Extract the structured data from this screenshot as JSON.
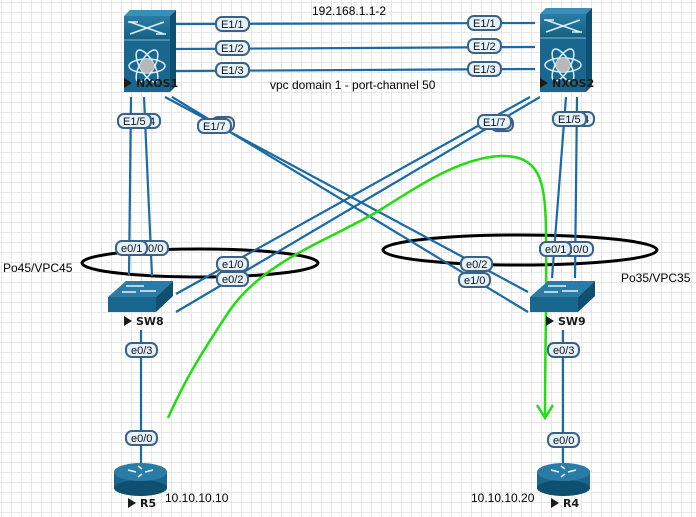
{
  "colors": {
    "link": "#1a6aa6",
    "device": "#19678f",
    "device_dark": "#0f4f70",
    "path": "#22dd11",
    "port_border": "#3b6286",
    "port_fill": "#e6f2fb"
  },
  "annotations": {
    "peer_link_ip": "192.168.1.1-2",
    "vpc_domain": "vpc domain 1 - port-channel 50",
    "po_left": "Po45/VPC45",
    "po_right": "Po35/VPC35",
    "r5_ip": "10.10.10.10",
    "r4_ip": "10.10.10.20"
  },
  "devices": {
    "nxos1": {
      "name": "NXOS1",
      "type": "nexus-switch"
    },
    "nxos2": {
      "name": "NXOS2",
      "type": "nexus-switch"
    },
    "sw8": {
      "name": "SW8",
      "type": "l2-switch"
    },
    "sw9": {
      "name": "SW9",
      "type": "l2-switch"
    },
    "r5": {
      "name": "R5",
      "type": "router"
    },
    "r4": {
      "name": "R4",
      "type": "router"
    }
  },
  "ports": {
    "nxos1_e11": "E1/1",
    "nxos1_e12": "E1/2",
    "nxos1_e13": "E1/3",
    "nxos2_e11": "E1/1",
    "nxos2_e12": "E1/2",
    "nxos2_e13": "E1/3",
    "nxos1_e15": "E1/5",
    "nxos1_e14": "/4",
    "nxos1_e17": "E1/7",
    "nxos1_e16": "6",
    "nxos2_e17": "E1/7",
    "nxos2_e16": "6",
    "nxos2_e15": "E1/5",
    "nxos2_e14": "/4",
    "sw8_e01": "e0/1",
    "sw8_e00": ":0/0",
    "sw8_e10": "e1/0",
    "sw8_e02": "e0/2",
    "sw9_e01": "e0/1",
    "sw9_e00": ":0/0",
    "sw9_e02": "e0/2",
    "sw9_e10": "e1/0",
    "sw8_e03": "e0/3",
    "r5_e00": "e0/0",
    "sw9_e03": "e0/3",
    "r4_e00": "e0/0"
  }
}
